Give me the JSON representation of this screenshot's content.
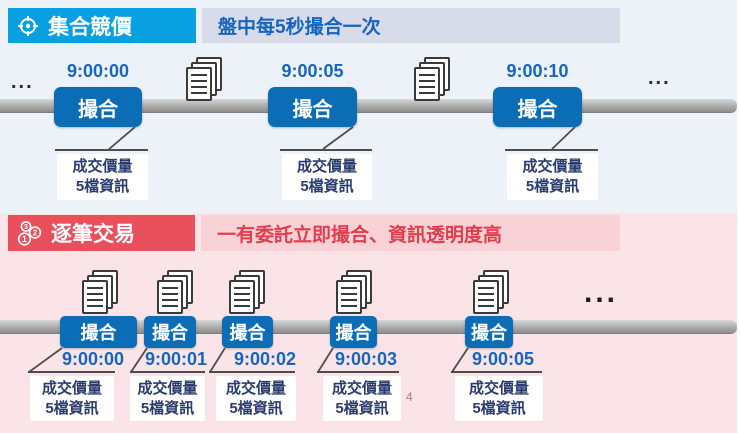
{
  "page_number": "4",
  "colors": {
    "top_badge_bg": "#09a0e2",
    "top_subbar_bg": "#d8dcea",
    "top_section_bg": "#edf2f8",
    "bottom_badge_bg": "#e9505c",
    "bottom_subbar_bg": "#f9d2d8",
    "bottom_section_bg": "#fbe4e8",
    "match_button_bg": "#0c6db7",
    "time_text": "#1566c1",
    "callout_text": "#2a3b6e",
    "top_subtitle_text": "#1565c0",
    "bottom_subtitle_text": "#e23d4d"
  },
  "icons": {
    "top_badge": "target-icon",
    "bottom_badge": "numbered-bubbles-icon",
    "orders": "stacked-documents-icon"
  },
  "top_section": {
    "badge_label": "集合競價",
    "subtitle": "盤中每5秒撮合一次",
    "ellipsis_left": "...",
    "ellipsis_right": "...",
    "events": [
      {
        "time": "9:00:00",
        "button_label": "撮合",
        "callout": [
          "成交價量",
          "5檔資訊"
        ]
      },
      {
        "time": "9:00:05",
        "button_label": "撮合",
        "callout": [
          "成交價量",
          "5檔資訊"
        ]
      },
      {
        "time": "9:00:10",
        "button_label": "撮合",
        "callout": [
          "成交價量",
          "5檔資訊"
        ]
      }
    ]
  },
  "bottom_section": {
    "badge_label": "逐筆交易",
    "subtitle": "一有委託立即撮合、資訊透明度高",
    "ellipsis_right": "...",
    "events": [
      {
        "time": "9:00:00",
        "button_label": "撮合",
        "callout": [
          "成交價量",
          "5檔資訊"
        ]
      },
      {
        "time": "9:00:01",
        "button_label": "撮合",
        "callout": [
          "成交價量",
          "5檔資訊"
        ]
      },
      {
        "time": "9:00:02",
        "button_label": "撮合",
        "callout": [
          "成交價量",
          "5檔資訊"
        ]
      },
      {
        "time": "9:00:03",
        "button_label": "撮合",
        "callout": [
          "成交價量",
          "5檔資訊"
        ]
      },
      {
        "time": "9:00:05",
        "button_label": "撮合",
        "callout": [
          "成交價量",
          "5檔資訊"
        ]
      }
    ]
  }
}
